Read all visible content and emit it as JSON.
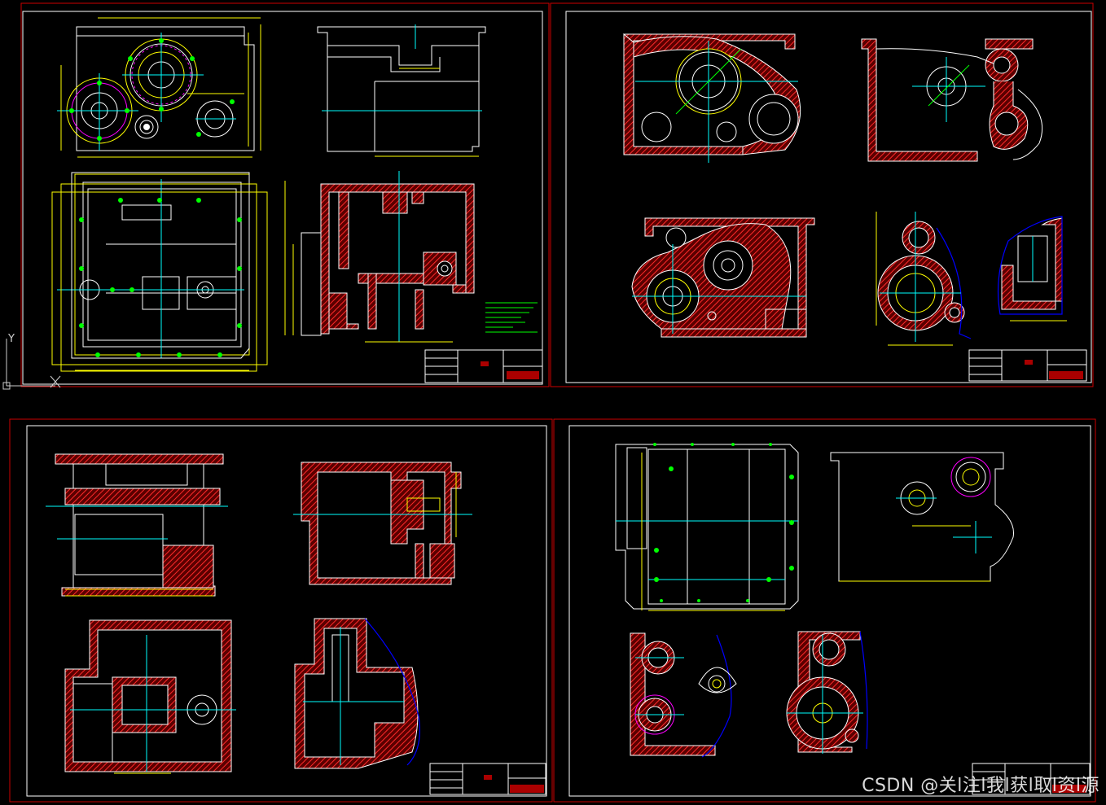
{
  "watermark": "CSDN @关l注l我l获l取l资l源",
  "colors": {
    "background": "#000000",
    "sheet_border": "#ff0000",
    "frame": "#ffffff",
    "outline": "#ffffff",
    "dimension": "#ffff00",
    "center_line": "#00ffff",
    "hatch": "#ff2a2a",
    "extra": "#ff00ff",
    "break_line": "#0000ff",
    "green": "#00ff00"
  },
  "icons": {
    "ucs": "ucs-axis-icon"
  },
  "ucs_labels": {
    "x": "X",
    "y": "Y"
  }
}
